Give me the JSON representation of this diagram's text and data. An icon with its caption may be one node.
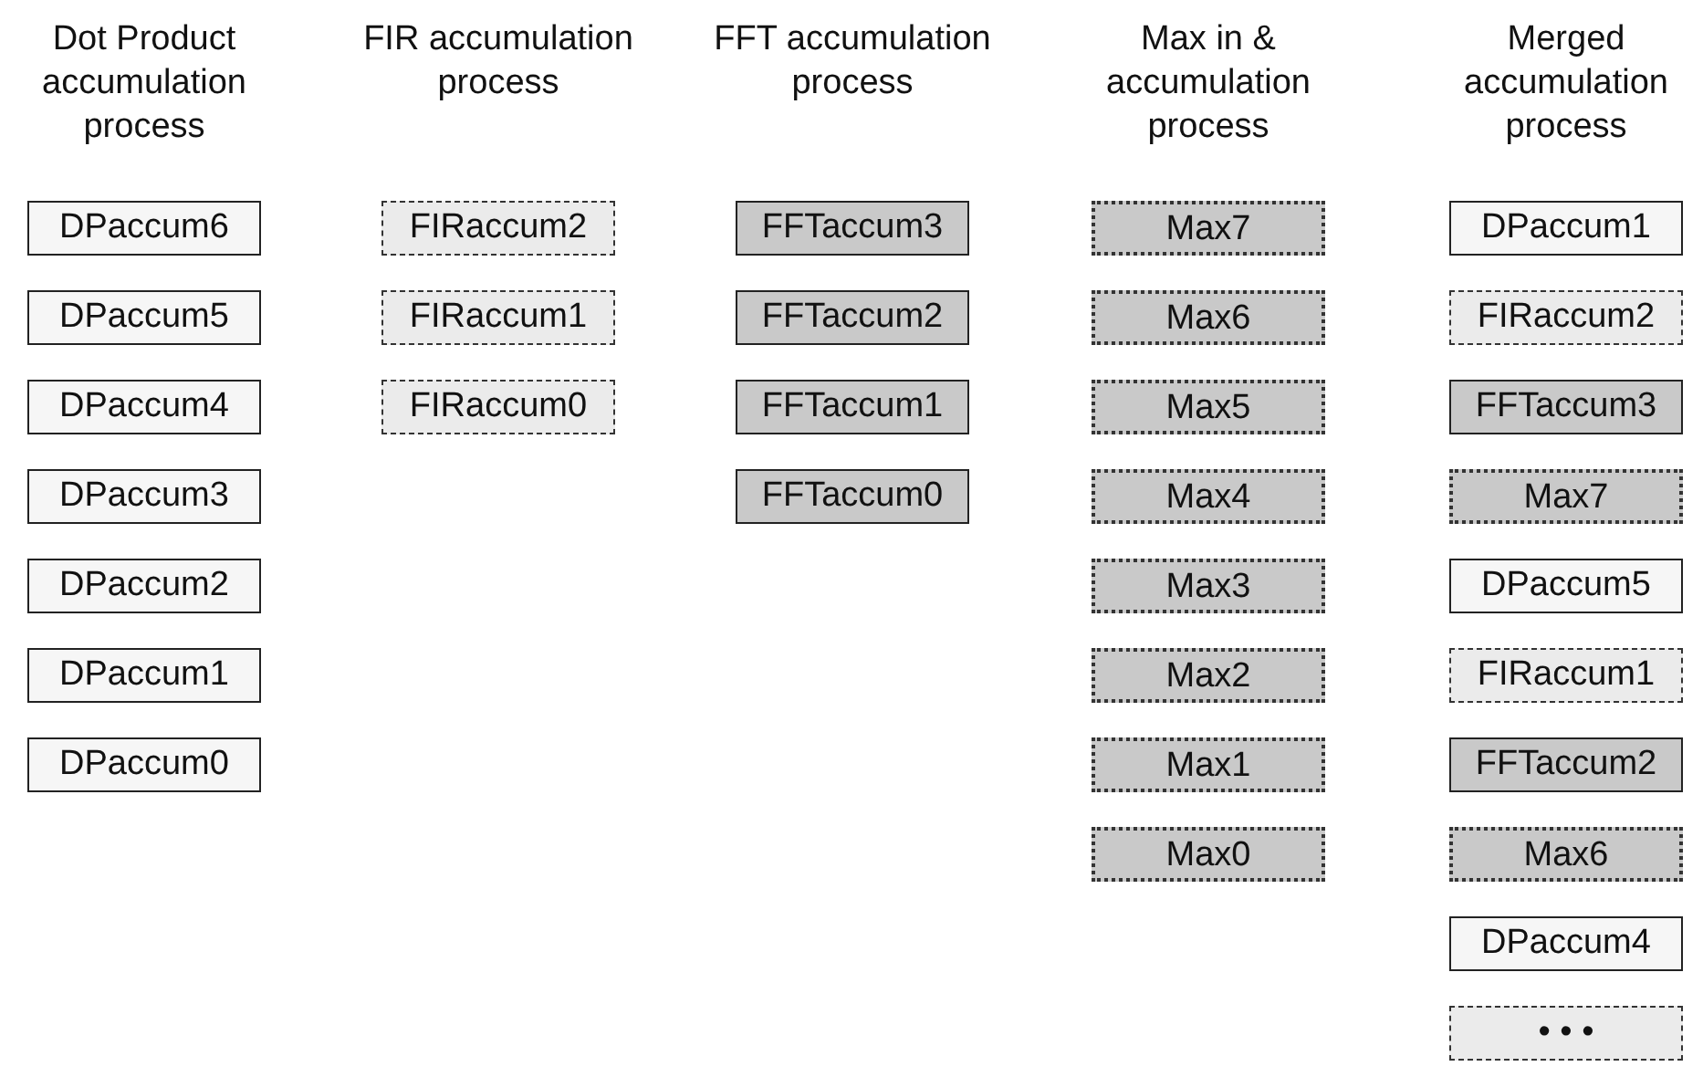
{
  "diagram": {
    "nodes": [
      {
        "text": [
          "DPaccum6"
        ]
      },
      {
        "text": [
          "DPaccum5"
        ]
      },
      {
        "text": [
          "DPaccum4"
        ]
      },
      {
        "text": [
          "DPaccum3"
        ]
      },
      {
        "text": [
          "DPaccum2"
        ]
      },
      {
        "text": [
          "DPaccum1"
        ]
      },
      {
        "text": [
          "DPaccum0"
        ]
      },
      {
        "text": [
          "FIRaccum2"
        ]
      },
      {
        "text": [
          "FIRaccum1"
        ]
      },
      {
        "text": [
          "FIRaccum0"
        ]
      },
      {
        "text": [
          "FFTaccum3"
        ]
      },
      {
        "text": [
          "FFTaccum2"
        ]
      },
      {
        "text": [
          "FFTaccum1"
        ]
      },
      {
        "text": [
          "FFTaccum0"
        ]
      },
      {
        "text": [
          "Max7"
        ]
      },
      {
        "text": [
          "Max6"
        ]
      },
      {
        "text": [
          "Max5"
        ]
      },
      {
        "text": [
          "Max4"
        ]
      },
      {
        "text": [
          "Max3"
        ]
      },
      {
        "text": [
          "Max2"
        ]
      },
      {
        "text": [
          "Max1"
        ]
      },
      {
        "text": [
          "Max0"
        ]
      },
      {
        "text": [
          "DPaccum1"
        ]
      },
      {
        "text": [
          "FIRaccum2"
        ]
      },
      {
        "text": [
          "FFTaccum3"
        ]
      },
      {
        "text": [
          "Max7"
        ]
      },
      {
        "text": [
          "DPaccum5"
        ]
      },
      {
        "text": [
          "FIRaccum1"
        ]
      },
      {
        "text": [
          "FFTaccum2"
        ]
      },
      {
        "text": [
          "Max6"
        ]
      },
      {
        "text": [
          "DPaccum4"
        ]
      },
      {
        "text": [
          "• • •"
        ]
      }
    ],
    "edges": [],
    "labels": [
      "Dot Product accumulation process",
      "FIR accumulation process",
      "FFT accumulation process",
      "Max in & accumulation process",
      "Merged accumulation process"
    ]
  }
}
